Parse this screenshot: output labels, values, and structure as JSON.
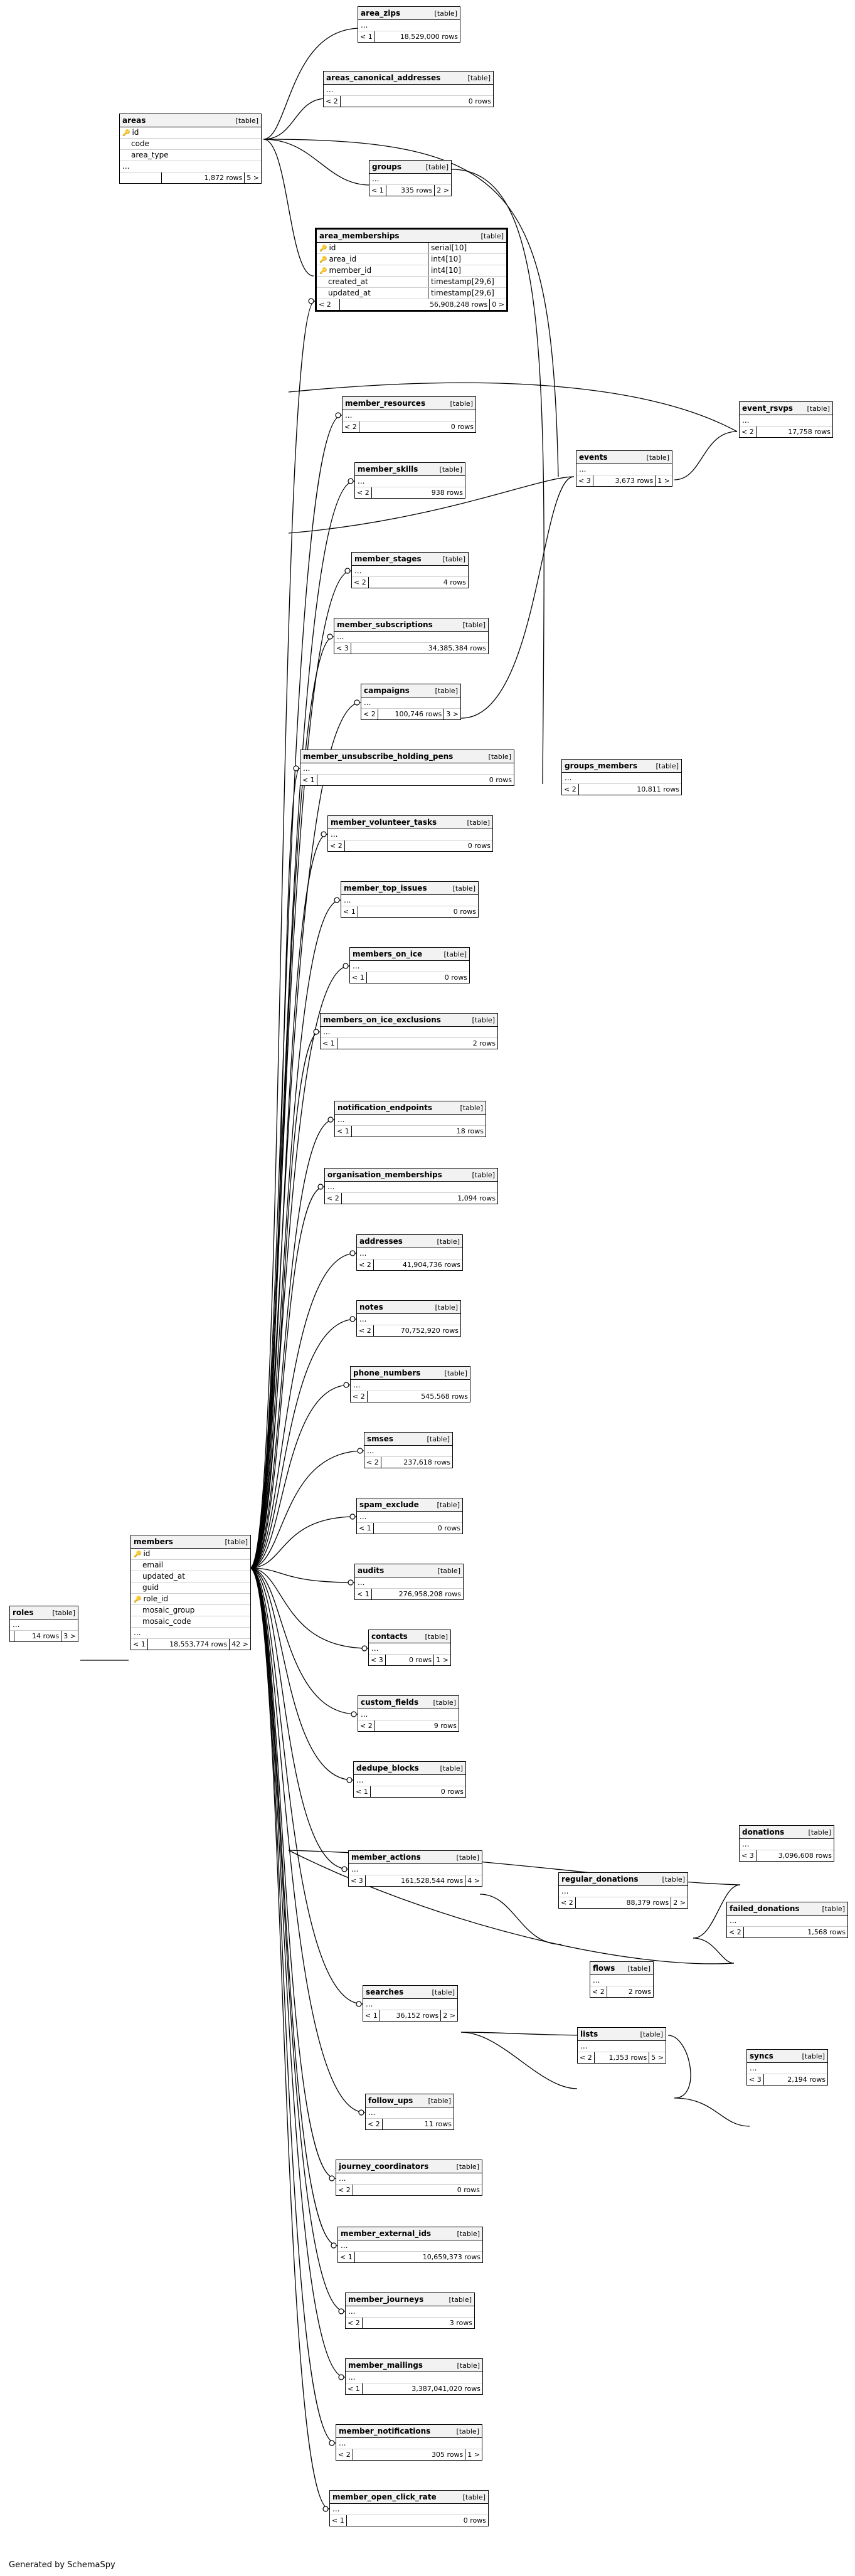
{
  "footer": "Generated by SchemaSpy",
  "table_type": "[table]",
  "areas": {
    "name": "areas",
    "cols": [
      "id",
      "code",
      "area_type",
      "..."
    ],
    "less": "",
    "rows": "1,872 rows",
    "more": "5 >"
  },
  "area_zips": {
    "name": "area_zips",
    "dots": "...",
    "less": "< 1",
    "rows": "18,529,000 rows"
  },
  "areas_canonical_addresses": {
    "name": "areas_canonical_addresses",
    "dots": "...",
    "less": "< 2",
    "rows": "0 rows"
  },
  "groups": {
    "name": "groups",
    "dots": "...",
    "less": "< 1",
    "rows": "335 rows",
    "more": "2 >"
  },
  "area_memberships": {
    "name": "area_memberships",
    "cols": [
      {
        "n": "id",
        "t": "serial[10]"
      },
      {
        "n": "area_id",
        "t": "int4[10]"
      },
      {
        "n": "member_id",
        "t": "int4[10]"
      },
      {
        "n": "created_at",
        "t": "timestamp[29,6]"
      },
      {
        "n": "updated_at",
        "t": "timestamp[29,6]"
      }
    ],
    "less": "< 2",
    "rows": "56,908,248 rows",
    "more": "0 >"
  },
  "event_rsvps": {
    "name": "event_rsvps",
    "dots": "...",
    "less": "< 2",
    "rows": "17,758 rows"
  },
  "member_resources": {
    "name": "member_resources",
    "dots": "...",
    "less": "< 2",
    "rows": "0 rows"
  },
  "events": {
    "name": "events",
    "dots": "...",
    "less": "< 3",
    "rows": "3,673 rows",
    "more": "1 >"
  },
  "member_skills": {
    "name": "member_skills",
    "dots": "...",
    "less": "< 2",
    "rows": "938 rows"
  },
  "member_stages": {
    "name": "member_stages",
    "dots": "...",
    "less": "< 2",
    "rows": "4 rows"
  },
  "member_subscriptions": {
    "name": "member_subscriptions",
    "dots": "...",
    "less": "< 3",
    "rows": "34,385,384 rows"
  },
  "campaigns": {
    "name": "campaigns",
    "dots": "...",
    "less": "< 2",
    "rows": "100,746 rows",
    "more": "3 >"
  },
  "member_unsubscribe_holding_pens": {
    "name": "member_unsubscribe_holding_pens",
    "dots": "...",
    "less": "< 1",
    "rows": "0 rows"
  },
  "groups_members": {
    "name": "groups_members",
    "dots": "...",
    "less": "< 2",
    "rows": "10,811 rows"
  },
  "member_volunteer_tasks": {
    "name": "member_volunteer_tasks",
    "dots": "...",
    "less": "< 2",
    "rows": "0 rows"
  },
  "member_top_issues": {
    "name": "member_top_issues",
    "dots": "...",
    "less": "< 1",
    "rows": "0 rows"
  },
  "members_on_ice": {
    "name": "members_on_ice",
    "dots": "...",
    "less": "< 1",
    "rows": "0 rows"
  },
  "members_on_ice_exclusions": {
    "name": "members_on_ice_exclusions",
    "dots": "...",
    "less": "< 1",
    "rows": "2 rows"
  },
  "notification_endpoints": {
    "name": "notification_endpoints",
    "dots": "...",
    "less": "< 1",
    "rows": "18 rows"
  },
  "organisation_memberships": {
    "name": "organisation_memberships",
    "dots": "...",
    "less": "< 2",
    "rows": "1,094 rows"
  },
  "addresses": {
    "name": "addresses",
    "dots": "...",
    "less": "< 2",
    "rows": "41,904,736 rows"
  },
  "notes": {
    "name": "notes",
    "dots": "...",
    "less": "< 2",
    "rows": "70,752,920 rows"
  },
  "phone_numbers": {
    "name": "phone_numbers",
    "dots": "...",
    "less": "< 2",
    "rows": "545,568 rows"
  },
  "smses": {
    "name": "smses",
    "dots": "...",
    "less": "< 2",
    "rows": "237,618 rows"
  },
  "spam_exclude": {
    "name": "spam_exclude",
    "dots": "...",
    "less": "< 1",
    "rows": "0 rows"
  },
  "members": {
    "name": "members",
    "cols": [
      "id",
      "email",
      "updated_at",
      "guid",
      "role_id",
      "mosaic_group",
      "mosaic_code",
      "..."
    ],
    "less": "< 1",
    "rows": "18,553,774 rows",
    "more": "42 >"
  },
  "roles": {
    "name": "roles",
    "dots": "...",
    "less": "",
    "rows": "14 rows",
    "more": "3 >"
  },
  "audits": {
    "name": "audits",
    "dots": "...",
    "less": "< 1",
    "rows": "276,958,208 rows"
  },
  "contacts": {
    "name": "contacts",
    "dots": "...",
    "less": "< 3",
    "rows": "0 rows",
    "more": "1 >"
  },
  "custom_fields": {
    "name": "custom_fields",
    "dots": "...",
    "less": "< 2",
    "rows": "9 rows"
  },
  "dedupe_blocks": {
    "name": "dedupe_blocks",
    "dots": "...",
    "less": "< 1",
    "rows": "0 rows"
  },
  "donations": {
    "name": "donations",
    "dots": "...",
    "less": "< 3",
    "rows": "3,096,608 rows"
  },
  "member_actions": {
    "name": "member_actions",
    "dots": "...",
    "less": "< 3",
    "rows": "161,528,544 rows",
    "more": "4 >"
  },
  "regular_donations": {
    "name": "regular_donations",
    "dots": "...",
    "less": "< 2",
    "rows": "88,379 rows",
    "more": "2 >"
  },
  "failed_donations": {
    "name": "failed_donations",
    "dots": "...",
    "less": "< 2",
    "rows": "1,568 rows"
  },
  "flows": {
    "name": "flows",
    "dots": "...",
    "less": "< 2",
    "rows": "2 rows"
  },
  "searches": {
    "name": "searches",
    "dots": "...",
    "less": "< 1",
    "rows": "36,152 rows",
    "more": "2 >"
  },
  "lists": {
    "name": "lists",
    "dots": "...",
    "less": "< 2",
    "rows": "1,353 rows",
    "more": "5 >"
  },
  "syncs": {
    "name": "syncs",
    "dots": "...",
    "less": "< 3",
    "rows": "2,194 rows"
  },
  "follow_ups": {
    "name": "follow_ups",
    "dots": "...",
    "less": "< 2",
    "rows": "11 rows"
  },
  "journey_coordinators": {
    "name": "journey_coordinators",
    "dots": "...",
    "less": "< 2",
    "rows": "0 rows"
  },
  "member_external_ids": {
    "name": "member_external_ids",
    "dots": "...",
    "less": "< 1",
    "rows": "10,659,373 rows"
  },
  "member_journeys": {
    "name": "member_journeys",
    "dots": "...",
    "less": "< 2",
    "rows": "3 rows"
  },
  "member_mailings": {
    "name": "member_mailings",
    "dots": "...",
    "less": "< 1",
    "rows": "3,387,041,020 rows"
  },
  "member_notifications": {
    "name": "member_notifications",
    "dots": "...",
    "less": "< 2",
    "rows": "305 rows",
    "more": "1 >"
  },
  "member_open_click_rate": {
    "name": "member_open_click_rate",
    "dots": "...",
    "less": "< 1",
    "rows": "0 rows"
  }
}
